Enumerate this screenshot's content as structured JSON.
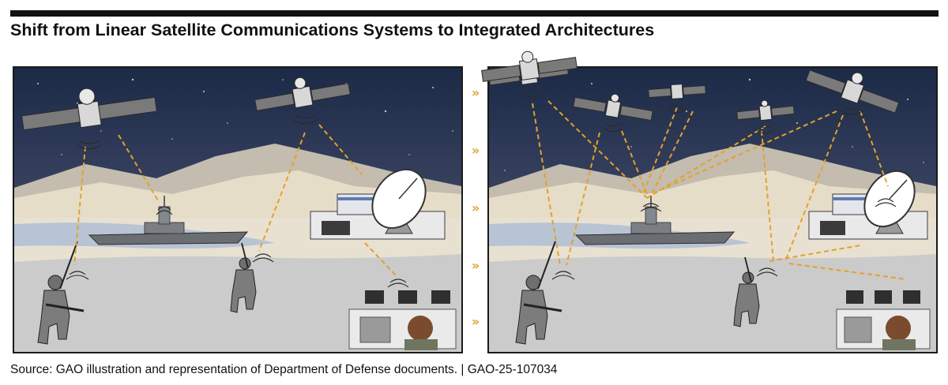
{
  "figure": {
    "title": "Shift from Linear Satellite Communications Systems to Integrated Architectures",
    "source": "Source: GAO illustration and representation of Department of Defense documents.  |  GAO-25-107034"
  },
  "panels": [
    {
      "id": "left",
      "architecture": "linear satellite communications"
    },
    {
      "id": "right",
      "architecture": "integrated architecture"
    }
  ],
  "transition_marker": "»",
  "colors": {
    "sky_top": "#1c2a47",
    "sky_bottom": "#8e94a3",
    "mountain": "#c9c1b4",
    "mountain_light": "#e6ddc9",
    "sand": "#ece5d6",
    "water": "#b8c4d4",
    "ground": "#cbcbcb",
    "link": "#e3a12a",
    "frame": "#1a1a1a"
  },
  "icons": [
    "satellite-icon",
    "ship-icon",
    "ground-station-icon",
    "soldier-icon",
    "operations-center-icon",
    "signal-waves-icon"
  ]
}
